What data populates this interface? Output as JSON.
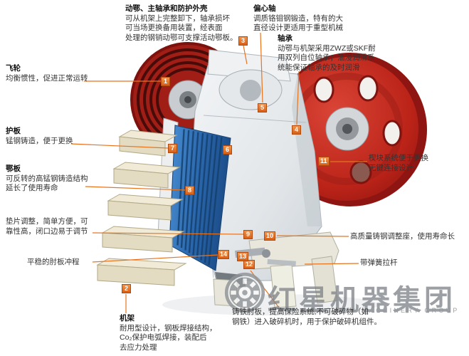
{
  "page": {
    "background": "#ffffff"
  },
  "watermark": {
    "brand": "红星机器集团",
    "subtitle": "HONGXING MACHINERY GROUP"
  },
  "colors": {
    "accent_orange": "#e8741e",
    "flywheel_red": "#bb2318",
    "jaw_blue": "#2a66ab"
  },
  "badges": {
    "b1": "1",
    "b2": "2",
    "b3": "3",
    "b4": "4",
    "b5": "5",
    "b6": "6",
    "b7": "7",
    "b8": "8",
    "b9": "9",
    "b10": "10",
    "b11": "11",
    "b12": "12",
    "b13": "13",
    "b14": "14"
  },
  "callouts": {
    "moving_jaw_assembly": {
      "title": "动鄂、主轴承和防护外壳",
      "lines": [
        "可从机架上完整卸下，轴承损坏",
        "可当场更换备用装置，经表面",
        "处理的钢销动鄂可支撑活动鄂板。"
      ]
    },
    "eccentric_shaft": {
      "title": "偏心轴",
      "lines": [
        "调质铬钼钢锻造，特有的大",
        "直径设计更适用于重型机械"
      ]
    },
    "bearing": {
      "title": "轴承",
      "lines": [
        "动鄂与机架采用ZWZ或SKF耐",
        "用双列自位轴承；油浸润滑系",
        "统能保证轴承的及时润滑"
      ]
    },
    "flywheel": {
      "title": "飞轮",
      "lines": [
        "均衡惯性，促进正常运转"
      ]
    },
    "guard_plate": {
      "title": "护板",
      "lines": [
        "锰钢铸造，便于更换"
      ]
    },
    "jaw_plate": {
      "title": "鄂板",
      "lines": [
        "可反转的高锰钢铸造结构",
        "延长了使用寿命"
      ]
    },
    "shim_adjustment": {
      "lines": [
        "垫片调整，简单方便，可",
        "靠性高，闭口边易于调节"
      ]
    },
    "toggle_stroke": {
      "lines": [
        "平稳的肘板冲程"
      ]
    },
    "wedge_system": {
      "lines": [
        "楔块系统便于更换",
        "无键连接设计"
      ]
    },
    "adjust_seat": {
      "lines": [
        "高质量铸钢调整座，使用寿命长"
      ]
    },
    "spring_rod": {
      "lines": [
        "带弹簧拉杆"
      ]
    },
    "frame": {
      "title": "机架",
      "lines": [
        "耐用型设计，钢板焊接结构，",
        "Co₂保护电弧焊接，装配后",
        "去应力处理"
      ]
    },
    "toggle_plate": {
      "lines": [
        "铸铁肘板，提高保险系统,不可破碎物（如",
        "钢铁）进入破碎机时，用于保护破碎机组件。"
      ]
    }
  }
}
